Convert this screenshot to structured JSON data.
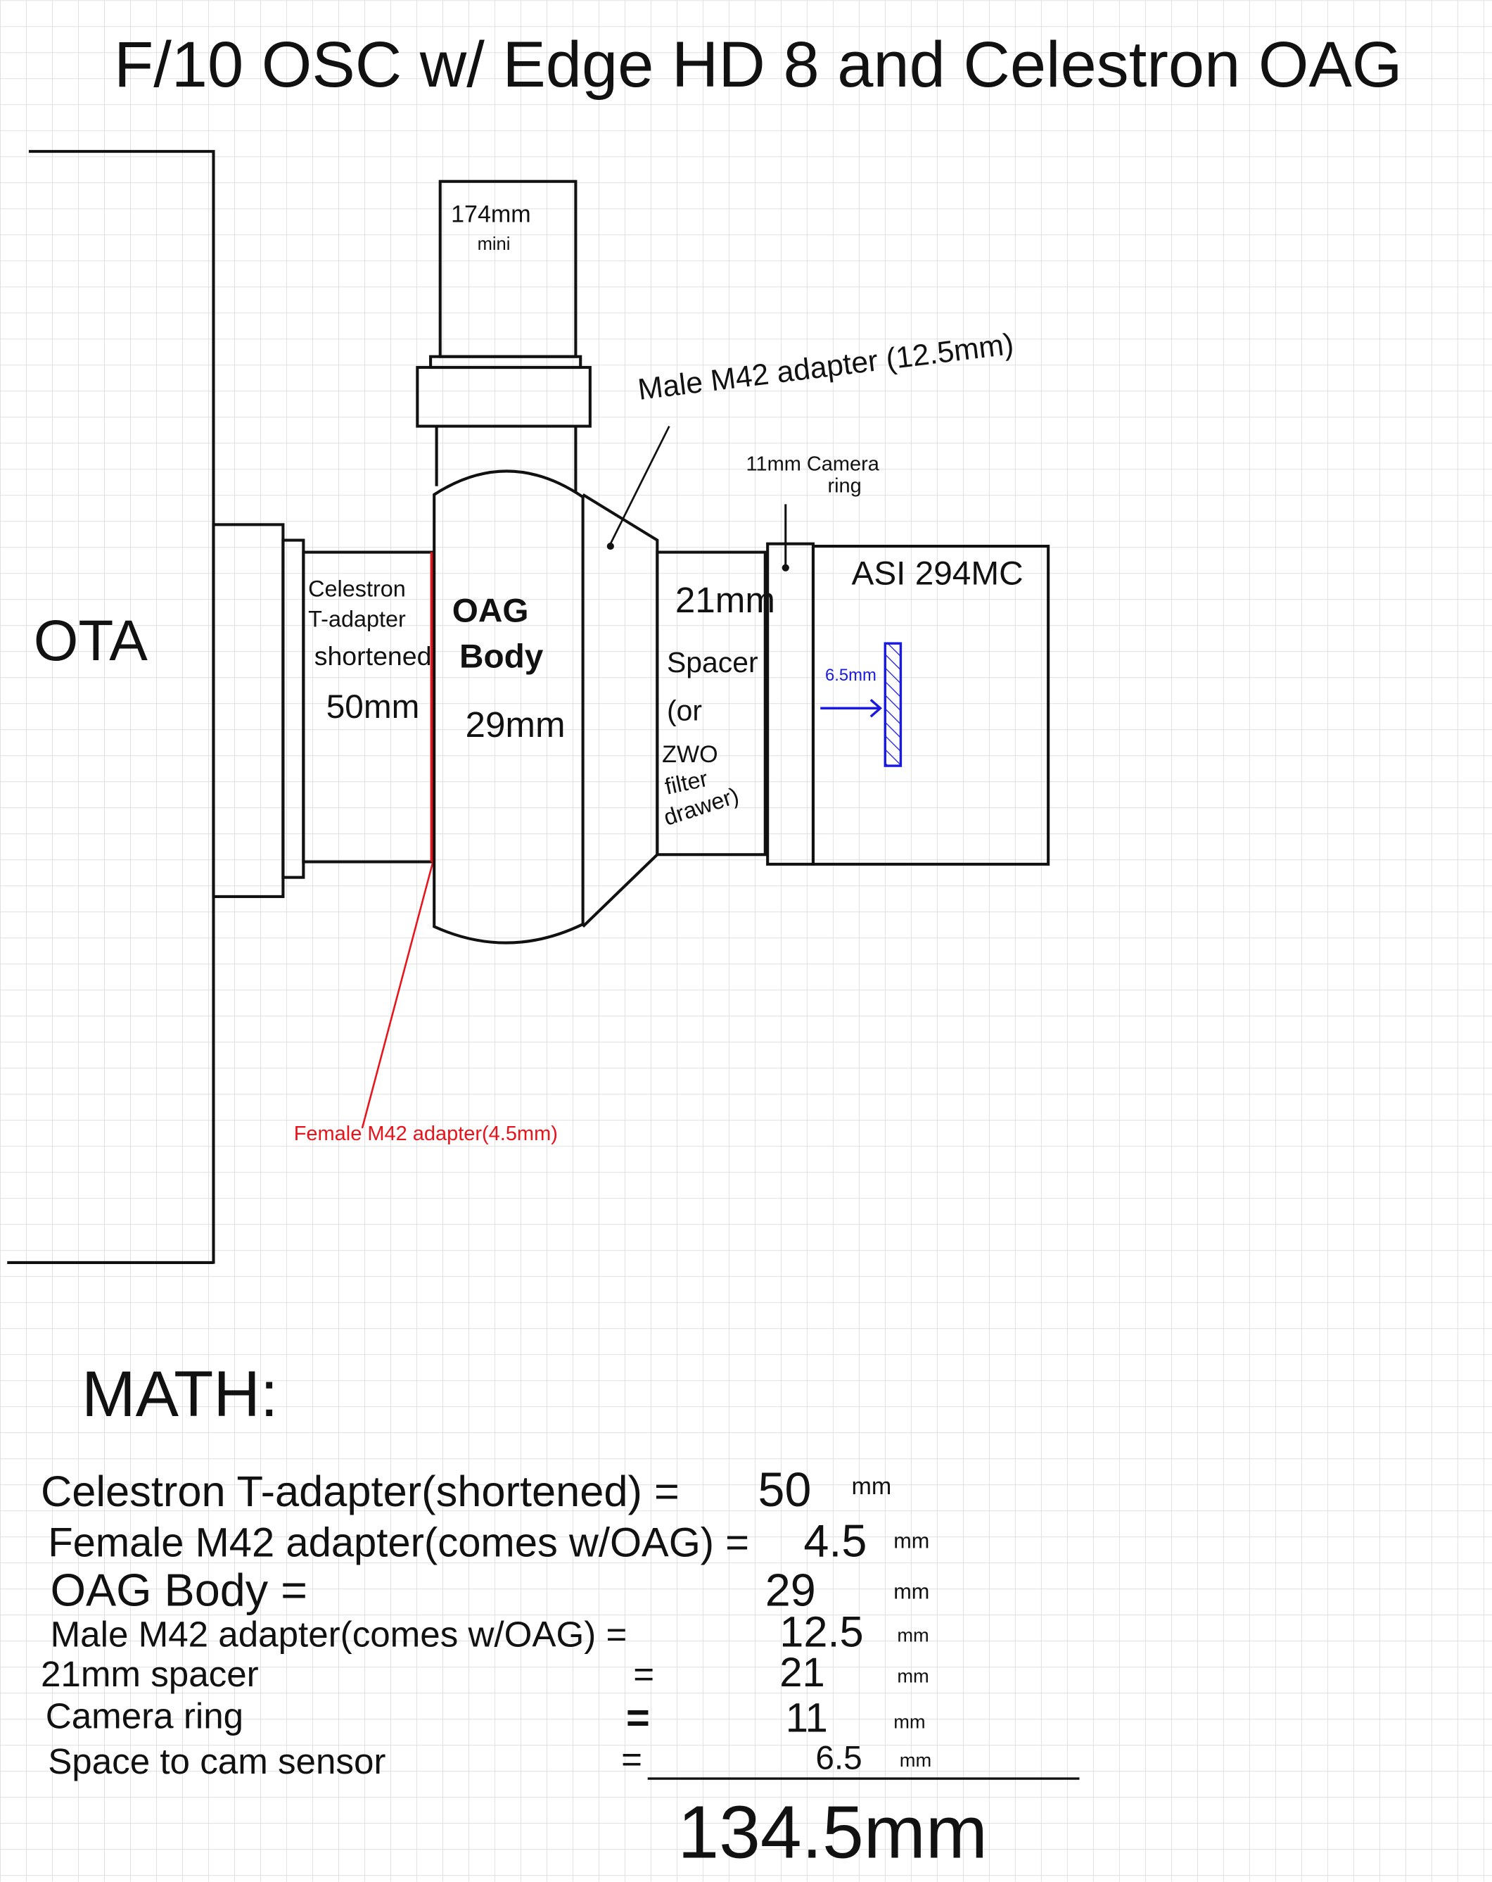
{
  "title": "F/10 OSC w/ Edge HD 8 and Celestron OAG",
  "diagram": {
    "ota": "OTA",
    "guide_scope": {
      "line1": "174mm",
      "line2": "mini"
    },
    "male_adapter": "Male M42 adapter (12.5mm)",
    "camera_ring": {
      "line1": "11mm Camera",
      "line2": "ring"
    },
    "t_adapter": {
      "line1": "Celestron",
      "line2": "T-adapter",
      "line3": "shortened",
      "line4": "50mm"
    },
    "oag": {
      "line1": "OAG",
      "line2": "Body",
      "line3": "29mm"
    },
    "spacer": {
      "line1": "21mm",
      "line2": "Spacer",
      "line3": "(or",
      "line4": "ZWO",
      "line5": "filter",
      "line6": "drawer)"
    },
    "camera": "ASI 294MC",
    "sensor_distance": "6.5mm",
    "female_adapter": "Female M42 adapter(4.5mm)"
  },
  "math": {
    "heading": "MATH:",
    "rows": [
      {
        "label": "Celestron T-adapter(shortened) =",
        "value": "50",
        "unit": "mm"
      },
      {
        "label": "Female M42 adapter(comes w/OAG) =",
        "value": "4.5",
        "unit": "mm"
      },
      {
        "label": "OAG Body =",
        "value": "29",
        "unit": "mm"
      },
      {
        "label": "Male M42 adapter(comes w/OAG) =",
        "value": "12.5",
        "unit": "mm"
      },
      {
        "label": "21mm spacer",
        "eq": "=",
        "value": "21",
        "unit": "mm"
      },
      {
        "label": "Camera ring",
        "eq": "=",
        "value": "11",
        "unit": "mm"
      },
      {
        "label": "Space to cam sensor",
        "eq": "=",
        "value": "6.5",
        "unit": "mm"
      }
    ],
    "total": "134.5mm"
  },
  "colors": {
    "ink": "#111111",
    "red": "#e8141b",
    "blue": "#1a1adc",
    "grid": "#dcdcdc"
  }
}
